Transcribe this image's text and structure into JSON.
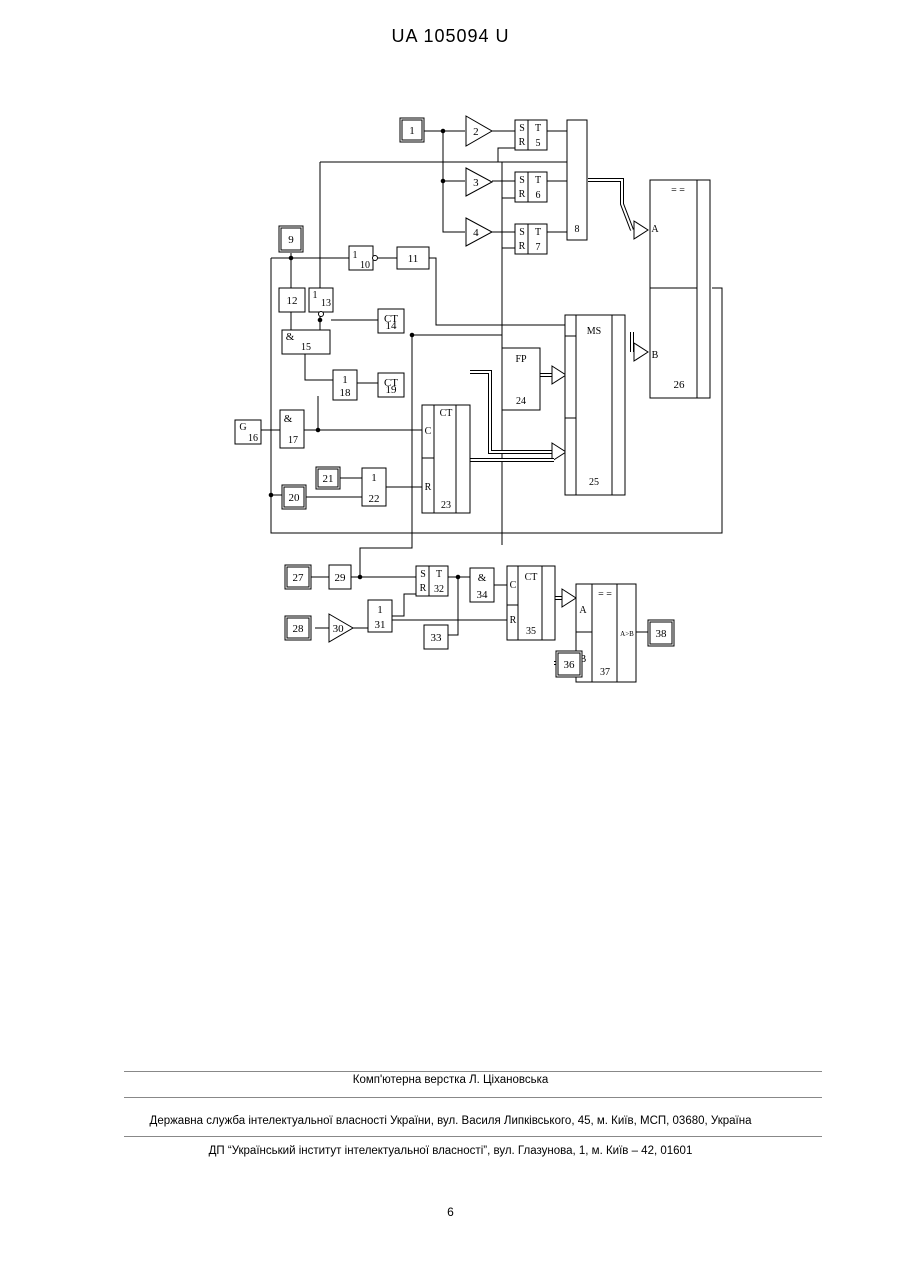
{
  "header": {
    "doc_no": "UA   105094   U"
  },
  "diagram": {
    "blocks": [
      {
        "id": "b1",
        "num": "1"
      },
      {
        "id": "b2",
        "num": "2"
      },
      {
        "id": "b3",
        "num": "3"
      },
      {
        "id": "b4",
        "num": "4"
      },
      {
        "id": "b5",
        "num": "5",
        "s": "S",
        "r": "R",
        "t": "T"
      },
      {
        "id": "b6",
        "num": "6",
        "s": "S",
        "r": "R",
        "t": "T"
      },
      {
        "id": "b7",
        "num": "7",
        "s": "S",
        "r": "R",
        "t": "T"
      },
      {
        "id": "b8",
        "num": "8"
      },
      {
        "id": "b9",
        "num": "9"
      },
      {
        "id": "b10",
        "num": "10",
        "op": "1"
      },
      {
        "id": "b11",
        "num": "11"
      },
      {
        "id": "b12",
        "num": "12"
      },
      {
        "id": "b13",
        "num": "13",
        "op": "1"
      },
      {
        "id": "b14",
        "num": "14",
        "op": "CT"
      },
      {
        "id": "b15",
        "num": "15",
        "op": "&"
      },
      {
        "id": "b16",
        "num": "16",
        "op": "G"
      },
      {
        "id": "b17",
        "num": "17",
        "op": "&"
      },
      {
        "id": "b18",
        "num": "18",
        "op": "1"
      },
      {
        "id": "b19",
        "num": "19",
        "op": "CT"
      },
      {
        "id": "b20",
        "num": "20"
      },
      {
        "id": "b21",
        "num": "21"
      },
      {
        "id": "b22",
        "num": "22",
        "op": "1"
      },
      {
        "id": "b23",
        "num": "23",
        "op": "CT",
        "c": "C",
        "r": "R"
      },
      {
        "id": "b24",
        "num": "24",
        "op": "FP"
      },
      {
        "id": "b25",
        "num": "25",
        "op": "MS"
      },
      {
        "id": "b26",
        "num": "26",
        "op": "= =",
        "a": "A",
        "b": "B"
      },
      {
        "id": "b27",
        "num": "27"
      },
      {
        "id": "b28",
        "num": "28"
      },
      {
        "id": "b29",
        "num": "29"
      },
      {
        "id": "b30",
        "num": "30"
      },
      {
        "id": "b31",
        "num": "31",
        "op": "1"
      },
      {
        "id": "b32",
        "num": "32",
        "s": "S",
        "r": "R",
        "t": "T"
      },
      {
        "id": "b33",
        "num": "33"
      },
      {
        "id": "b34",
        "num": "34",
        "op": "&"
      },
      {
        "id": "b35",
        "num": "35",
        "op": "CT",
        "c": "C",
        "r": "R"
      },
      {
        "id": "b36",
        "num": "36"
      },
      {
        "id": "b37",
        "num": "37",
        "op": "= =",
        "a": "A",
        "b": "B",
        "out": "A>B"
      },
      {
        "id": "b38",
        "num": "38"
      }
    ]
  },
  "footer": {
    "credit": "Комп'ютерна верстка Л. Ціхановська",
    "address1": "Державна служба інтелектуальної власності України, вул. Василя Липківського, 45, м. Київ, МСП, 03680, Україна",
    "address2": "ДП “Український інститут інтелектуальної власності”, вул. Глазунова, 1, м. Київ – 42, 01601"
  },
  "page_number": "6"
}
